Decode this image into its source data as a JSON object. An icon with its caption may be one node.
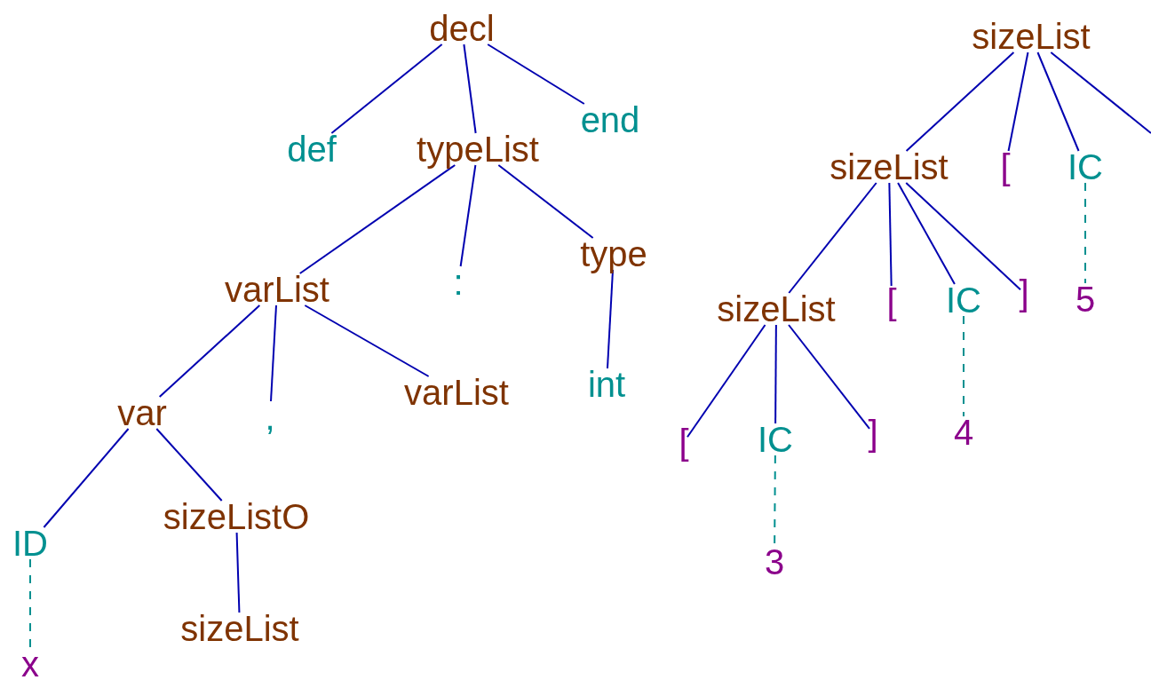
{
  "diagram": {
    "nodes": [
      {
        "text": [
          "decl"
        ]
      },
      {
        "text": [
          "def"
        ]
      },
      {
        "text": [
          "typeList"
        ]
      },
      {
        "text": [
          "end"
        ]
      },
      {
        "text": [
          "varList"
        ]
      },
      {
        "text": [
          ":"
        ]
      },
      {
        "text": [
          "type"
        ]
      },
      {
        "text": [
          "int"
        ]
      },
      {
        "text": [
          "var"
        ]
      },
      {
        "text": [
          ","
        ]
      },
      {
        "text": [
          "varList"
        ]
      },
      {
        "text": [
          "ID"
        ]
      },
      {
        "text": [
          "sizeListO"
        ]
      },
      {
        "text": [
          "x"
        ]
      },
      {
        "text": [
          "sizeList"
        ]
      },
      {
        "text": [
          "sizeList"
        ]
      },
      {
        "text": [
          "sizeList"
        ]
      },
      {
        "text": [
          "["
        ]
      },
      {
        "text": [
          "IC"
        ]
      },
      {
        "text": [
          "sizeList"
        ]
      },
      {
        "text": [
          "["
        ]
      },
      {
        "text": [
          "IC"
        ]
      },
      {
        "text": [
          "]"
        ]
      },
      {
        "text": [
          "5"
        ]
      },
      {
        "text": [
          "["
        ]
      },
      {
        "text": [
          "IC"
        ]
      },
      {
        "text": [
          "]"
        ]
      },
      {
        "text": [
          "4"
        ]
      },
      {
        "text": [
          "3"
        ]
      }
    ],
    "edges": [
      {
        "from": 0,
        "to": 1,
        "arrow": "none"
      },
      {
        "from": 0,
        "to": 2,
        "arrow": "none"
      },
      {
        "from": 0,
        "to": 3,
        "arrow": "none"
      },
      {
        "from": 2,
        "to": 4,
        "arrow": "none"
      },
      {
        "from": 2,
        "to": 5,
        "arrow": "none"
      },
      {
        "from": 2,
        "to": 6,
        "arrow": "none"
      },
      {
        "from": 6,
        "to": 7,
        "arrow": "none"
      },
      {
        "from": 4,
        "to": 8,
        "arrow": "none"
      },
      {
        "from": 4,
        "to": 9,
        "arrow": "none"
      },
      {
        "from": 4,
        "to": 10,
        "arrow": "none"
      },
      {
        "from": 8,
        "to": 11,
        "arrow": "none"
      },
      {
        "from": 8,
        "to": 12,
        "arrow": "none"
      },
      {
        "from": 11,
        "to": 13,
        "arrow": "none",
        "style": "dashed",
        "color": "#009090"
      },
      {
        "from": 12,
        "to": 14,
        "arrow": "none"
      },
      {
        "from": 15,
        "to": 16,
        "arrow": "none"
      },
      {
        "from": 15,
        "to": 17,
        "arrow": "none"
      },
      {
        "from": 15,
        "to": 18,
        "arrow": "none"
      },
      {
        "from": 15,
        "to": null,
        "arrow": "none"
      },
      {
        "from": 16,
        "to": 19,
        "arrow": "none"
      },
      {
        "from": 16,
        "to": 20,
        "arrow": "none"
      },
      {
        "from": 16,
        "to": 21,
        "arrow": "none"
      },
      {
        "from": 16,
        "to": 22,
        "arrow": "none"
      },
      {
        "from": 18,
        "to": 23,
        "arrow": "none",
        "style": "dashed",
        "color": "#009090"
      },
      {
        "from": 19,
        "to": 24,
        "arrow": "none"
      },
      {
        "from": 19,
        "to": 25,
        "arrow": "none"
      },
      {
        "from": 19,
        "to": 26,
        "arrow": "none"
      },
      {
        "from": 21,
        "to": 27,
        "arrow": "none",
        "style": "dashed",
        "color": "#009090"
      },
      {
        "from": 25,
        "to": 28,
        "arrow": "none",
        "style": "dashed",
        "color": "#009090"
      }
    ]
  }
}
